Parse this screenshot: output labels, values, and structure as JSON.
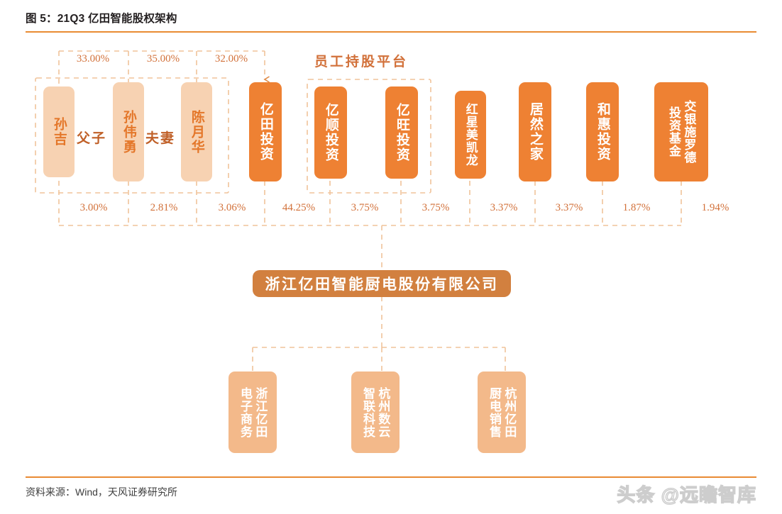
{
  "header": {
    "title": "图 5：21Q3 亿田智能股权架构"
  },
  "footer": {
    "source": "资料来源：Wind，天风证券研究所",
    "watermark": "头条 @远瞻智库"
  },
  "colors": {
    "accent": "#E98B33",
    "corp_fill": "#EE8133",
    "person_fill": "#F7D2B2",
    "sub_fill": "#F3B98A",
    "central_fill": "#D2803F",
    "pct_text": "#D2713A",
    "dash_line": "#F0C39A"
  },
  "group_labels": {
    "employee_platform": "员工持股平台"
  },
  "relations": [
    {
      "label": "父子"
    },
    {
      "label": "夫妻"
    }
  ],
  "upstream_pcts": [
    {
      "value": "33.00%"
    },
    {
      "value": "35.00%"
    },
    {
      "value": "32.00%"
    }
  ],
  "shareholders": [
    {
      "name": "孙吉",
      "pct": "3.00%",
      "type": "person"
    },
    {
      "name": "孙伟勇",
      "pct": "2.81%",
      "type": "person"
    },
    {
      "name": "陈月华",
      "pct": "3.06%",
      "type": "person"
    },
    {
      "name": "亿田投资",
      "pct": "44.25%",
      "type": "corp"
    },
    {
      "name": "亿顺投资",
      "pct": "3.75%",
      "type": "corp"
    },
    {
      "name": "亿旺投资",
      "pct": "3.75%",
      "type": "corp"
    },
    {
      "name": "红星美凯龙",
      "pct": "3.37%",
      "type": "corp"
    },
    {
      "name": "居然之家",
      "pct": "3.37%",
      "type": "corp"
    },
    {
      "name": "和惠投资",
      "pct": "1.87%",
      "type": "corp"
    },
    {
      "name": "交银施罗德投资基金",
      "pct": "1.94%",
      "type": "corp",
      "col1": "交银施罗德",
      "col2": "投资基金"
    }
  ],
  "central": {
    "name": "浙江亿田智能厨电股份有限公司"
  },
  "subsidiaries": [
    {
      "col1": "浙江亿田",
      "col2": "电子商务"
    },
    {
      "col1": "杭州数云",
      "col2": "智联科技"
    },
    {
      "col1": "杭州亿田",
      "col2": "厨电销售"
    }
  ]
}
